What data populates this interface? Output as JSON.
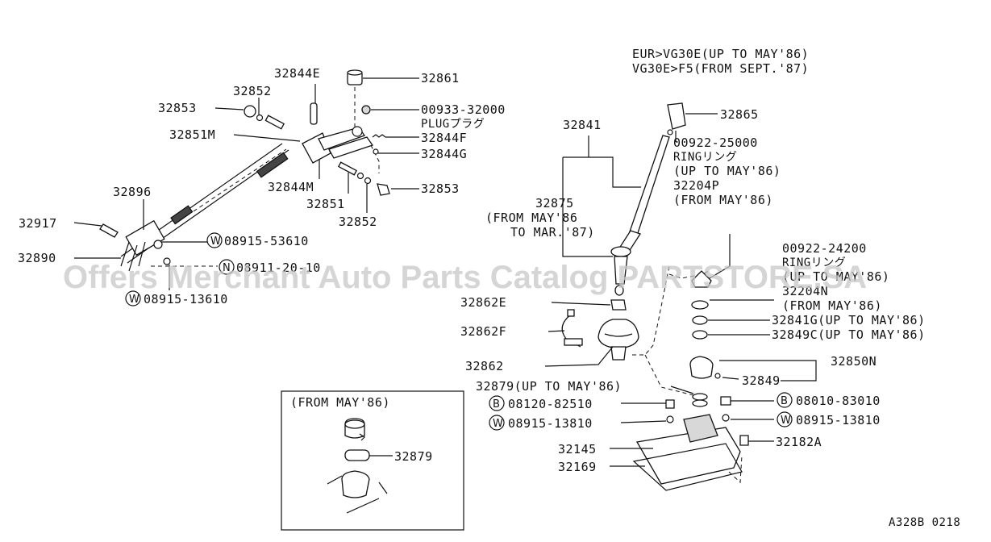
{
  "header": {
    "line1": "EUR>VG30E(UP TO MAY'86)",
    "line2": "VG30E>F5(FROM SEPT.'87)"
  },
  "labels": {
    "p32844E": "32844E",
    "p32861": "32861",
    "p32852a": "32852",
    "p32853a": "32853",
    "p00933": "00933-32000",
    "plug": "PLUGプラグ",
    "p32851M": "32851M",
    "p32844F": "32844F",
    "p32844G": "32844G",
    "p32844M": "32844M",
    "p32851": "32851",
    "p32853b": "32853",
    "p32852b": "32852",
    "p32896": "32896",
    "p32917": "32917",
    "p32890": "32890",
    "w53610": "08915-53610",
    "n20410": "08911-20-10",
    "w13610": "08915-13610",
    "p32841": "32841",
    "p32865": "32865",
    "p00922a": "00922-25000",
    "ring1": "RINGリング",
    "upto1": "(UP TO MAY'86)",
    "p32204P": "32204P",
    "from1": "(FROM MAY'86)",
    "p32875": "32875",
    "from2": "(FROM MAY'86",
    "tomar": "TO MAR.'87)",
    "p00922b": "00922-24200",
    "ring2": "RINGリング",
    "upto2": "(UP TO MAY'86)",
    "p32204N": "32204N",
    "from3": "(FROM MAY'86)",
    "p32841G": "32841G(UP TO MAY'86)",
    "p32849C": "32849C(UP TO MAY'86)",
    "p32862E": "32862E",
    "p32862F": "32862F",
    "p32862": "32862",
    "p32850N": "32850N",
    "p32849": "32849",
    "p32879": "32879(UP TO MAY'86)",
    "b82510": "08120-82510",
    "w13810a": "08915-13810",
    "b83010": "08010-83010",
    "w13810b": "08915-13810",
    "p32145": "32145",
    "p32182A": "32182A",
    "p32169": "32169",
    "insetTitle": "(FROM MAY'86)",
    "insetPart": "32879",
    "code": "A328B 0218"
  },
  "markers": {
    "W": "W",
    "N": "N",
    "B": "B"
  },
  "watermark": "Offers Merchant Auto Parts Catalog PARTSTORE.SA",
  "colors": {
    "ink": "#111111",
    "watermark": "#c8c8c8"
  },
  "icons": [
    "washer-icon",
    "bolt-icon",
    "shift-knob-icon",
    "shift-lever-icon",
    "boot-icon",
    "bushing-icon",
    "cover-plate-icon",
    "gasket-icon"
  ]
}
